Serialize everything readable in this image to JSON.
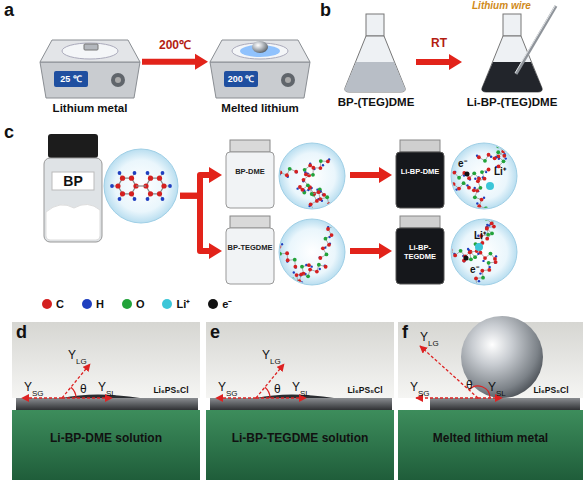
{
  "diagram": {
    "nodes": [
      {
        "text": [
          "25 ℃",
          "Lithium metal"
        ]
      },
      {
        "text": [
          "200 ℃",
          "Melted lithium"
        ]
      },
      {
        "text": [
          "BP-(TEG)DME"
        ]
      },
      {
        "text": [
          "Li-BP-(TEG)DME"
        ]
      },
      {
        "text": [
          "BP"
        ]
      },
      {
        "text": [
          "BP-DME"
        ]
      },
      {
        "text": [
          "BP-TEGDME"
        ]
      },
      {
        "text": [
          "Li-BP-DME"
        ]
      },
      {
        "text": [
          "Li-BP-TEGDME"
        ]
      },
      {
        "text": [
          "Li₆PS₅Cl",
          "Li-BP-DME solution"
        ]
      },
      {
        "text": [
          "Li₆PS₅Cl",
          "Li-BP-TEGDME solution"
        ]
      },
      {
        "text": [
          "Li₆PS₅Cl",
          "Melted lithium metal"
        ]
      }
    ],
    "edges": [
      {
        "from": 0,
        "to": 1,
        "label": "200℃",
        "arrow": "to"
      },
      {
        "from": 2,
        "to": 3,
        "label": "RT",
        "arrow": "to"
      },
      {
        "from": 4,
        "to": 5,
        "arrow": "to"
      },
      {
        "from": 4,
        "to": 6,
        "arrow": "to"
      },
      {
        "from": 5,
        "to": 7,
        "arrow": "to"
      },
      {
        "from": 6,
        "to": 8,
        "arrow": "to"
      }
    ],
    "labels": [
      "a",
      "b",
      "c",
      "d",
      "e",
      "f",
      "Lithium wire",
      "e⁻",
      "Li⁺",
      "Li⁺",
      "e⁻",
      "Y",
      "LG",
      "Y",
      "SG",
      "θ",
      "Y",
      "SL",
      "Y",
      "LG",
      "Y",
      "SG",
      "θ",
      "Y",
      "SL",
      "Y",
      "LG",
      "Y",
      "SG",
      "θ",
      "Y",
      "SL"
    ],
    "legend": [
      {
        "text": "C",
        "color": "#d42020"
      },
      {
        "text": "H",
        "color": "#1f3fbf"
      },
      {
        "text": "O",
        "color": "#22a33a"
      },
      {
        "text": "Li⁺",
        "color": "#3cc6d8"
      },
      {
        "text": "e⁻",
        "color": "#111111"
      }
    ]
  }
}
